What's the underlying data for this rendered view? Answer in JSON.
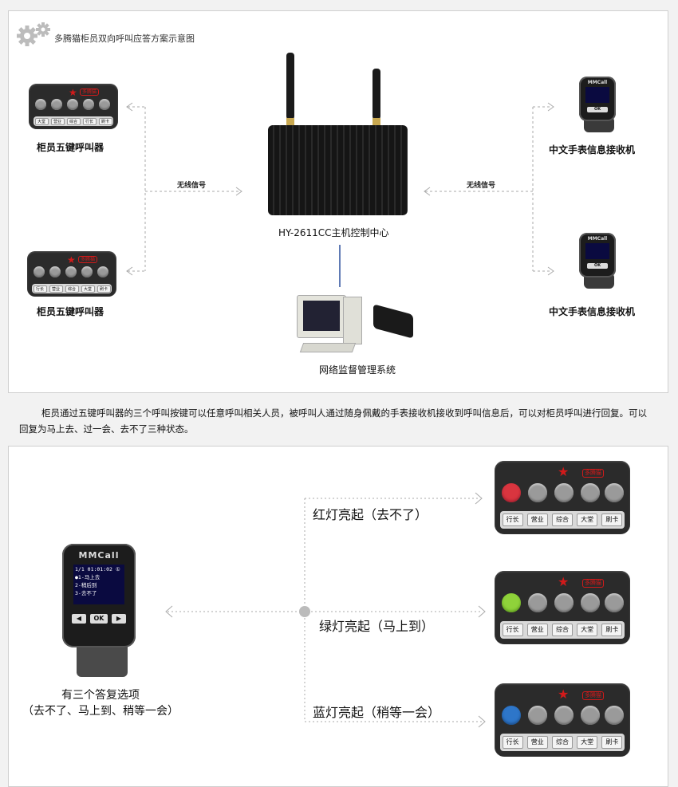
{
  "header": {
    "title": "多腾猫柜员双向呼叫应答方案示意图"
  },
  "colors": {
    "red": "#d9353f",
    "green": "#8fd23a",
    "blue": "#2e76c9",
    "arrow": "#aaaaaa",
    "line": "#2a4f9c"
  },
  "top": {
    "caller_label": "柜员五键呼叫器",
    "caller_top_keys": [
      "大堂",
      "营业",
      "综合",
      "行长",
      "刷卡"
    ],
    "caller_bottom_keys": [
      "行长",
      "营业",
      "综合",
      "大堂",
      "刷卡"
    ],
    "wireless_left": "无线信号",
    "wireless_right": "无线信号",
    "controller_label": "HY-2611CC主机控制中心",
    "watch_label": "中文手表信息接收机",
    "pc_label": "网络监督管理系统"
  },
  "description": "柜员通过五键呼叫器的三个呼叫按键可以任意呼叫相关人员，被呼叫人通过随身佩戴的手表接收机接收到呼叫信息后，可以对柜员呼叫进行回复。可以回复为马上去、过一会、去不了三种状态。",
  "bottom": {
    "watch_brand": "MMCall",
    "watch_screen": [
      "1/1  01:01:02 ①",
      "●1-马上去",
      " 2-稍后到",
      " 3-去不了"
    ],
    "watch_keys": [
      "◀",
      "OK",
      "▶"
    ],
    "watch_caption_line1": "有三个答复选项",
    "watch_caption_line2": "（去不了、马上到、稍等一会）",
    "options": [
      {
        "text": "红灯亮起（去不了）",
        "color": "red"
      },
      {
        "text": "绿灯亮起（马上到）",
        "color": "green"
      },
      {
        "text": "蓝灯亮起（稍等一会）",
        "color": "blue"
      }
    ],
    "caller_keys": [
      "行长",
      "营业",
      "综合",
      "大堂",
      "刷卡"
    ]
  }
}
